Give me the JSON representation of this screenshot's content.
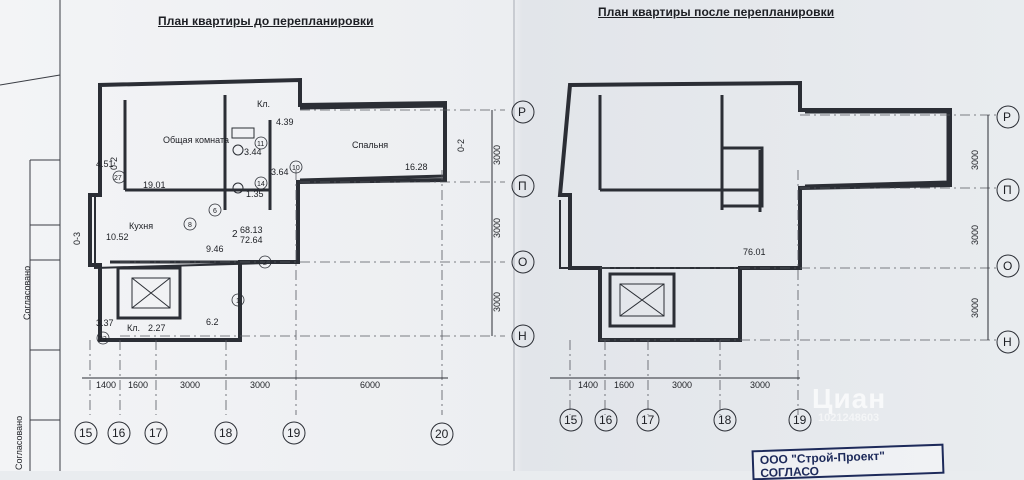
{
  "document": {
    "title_before": "План квартиры до перепланировки",
    "title_after": "План квартиры после перепланировки",
    "side_text_1": "Согласовано",
    "side_text_2": "Согласовано",
    "grid_rows": [
      "Р",
      "П",
      "О",
      "Н"
    ],
    "grid_cols_before": [
      "15",
      "16",
      "17",
      "18",
      "19",
      "20"
    ],
    "grid_cols_after": [
      "15",
      "16",
      "17",
      "18",
      "19"
    ],
    "dims_before": [
      "1400",
      "1600",
      "3000",
      "3000",
      "6000"
    ],
    "dims_after": [
      "1400",
      "1600",
      "3000",
      "3000"
    ],
    "vertical_dims": [
      "3000",
      "3000",
      "3000"
    ],
    "rooms": {
      "living_name": "Общая комната",
      "living_area": "19.01",
      "bedroom_name": "Спальня",
      "bedroom_area": "16.28",
      "kitchen_name": "Кухня",
      "kitchen_area": "10.52",
      "kl_label": "Кл.",
      "kl2_label": "Кл.",
      "kl2_area": "2.27",
      "a_451": "4.51",
      "a_439": "4.39",
      "a_344": "3.44",
      "a_135": "1.35",
      "a_364": "3.64",
      "a_946": "9.46",
      "a_62": "6.2",
      "a_337": "3.37",
      "total_rooms": "2",
      "total_1": "68.13",
      "total_2": "72.64",
      "after_area": "76.01"
    },
    "marks": [
      "0-2",
      "0-2",
      "0-3"
    ],
    "circle_labels": [
      "27",
      "11",
      "10",
      "14",
      "6",
      "8",
      "2",
      "1",
      "23"
    ],
    "stamp_line1": "ООО \"Строй-Проект\"",
    "stamp_line2": "СОГЛАСО",
    "watermark": "Циан",
    "watermark_sub": "1021248603"
  }
}
